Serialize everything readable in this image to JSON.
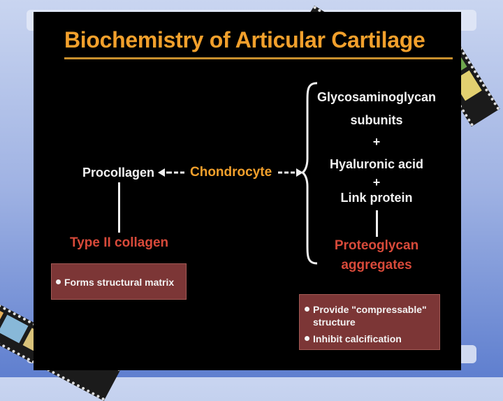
{
  "slide": {
    "title": "Biochemistry of Articular Cartilage",
    "procollagen": "Procollagen",
    "chondrocyte": "Chondrocyte",
    "type2": "Type II collagen",
    "gag1": "Glycosaminoglycan",
    "gag2": "subunits",
    "plus1": "+",
    "hyaluronic": "Hyaluronic acid",
    "plus2": "+",
    "link": "Link protein",
    "proteo1": "Proteoglycan",
    "proteo2": "aggregates",
    "left_box": [
      "Forms structural matrix"
    ],
    "right_box": {
      "item1_line1": "Provide \"compressable\"",
      "item1_line2": "structure",
      "item2": "Inhibit calcification"
    }
  },
  "colors": {
    "title": "#f2a02c",
    "slide_bg": "#000000",
    "box": "#7c3636",
    "red_text": "#d84a3a"
  }
}
